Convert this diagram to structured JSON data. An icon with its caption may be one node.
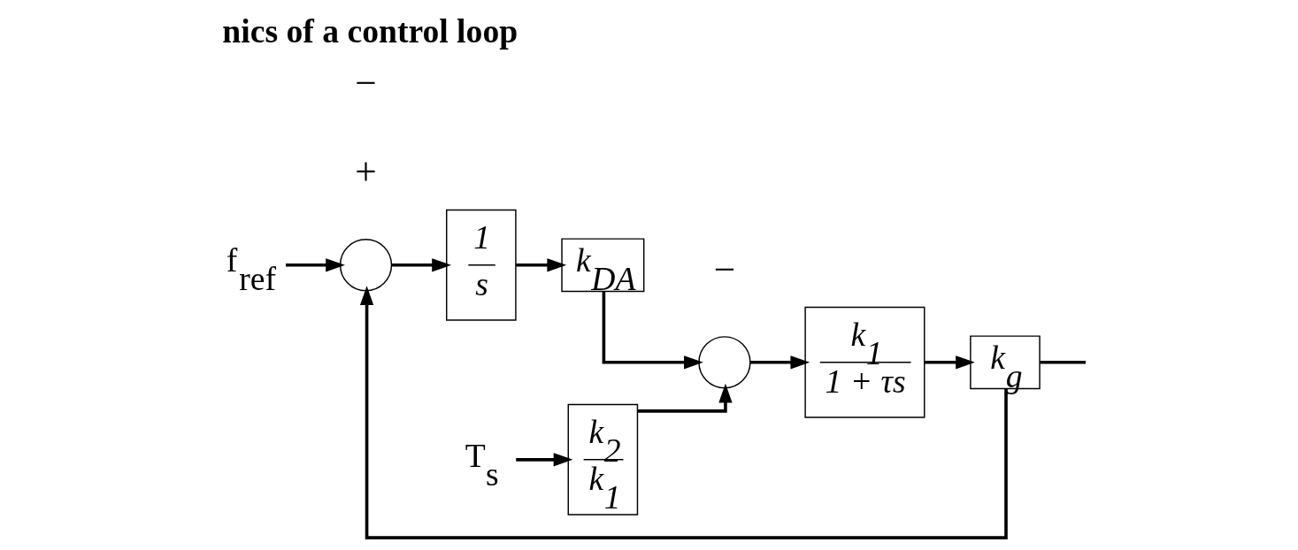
{
  "diagram": {
    "title": "nics of a control loop",
    "nodes": [
      {
        "text": [
          "f$_{ref}$"
        ]
      },
      {
        "text": [],
        "shape": "circle"
      },
      {
        "text": [
          "1",
          "s"
        ]
      },
      {
        "text": [
          "k$_{DA}$"
        ]
      },
      {
        "text": [
          "T$_{s}$"
        ]
      },
      {
        "text": [
          "k$_{2}$",
          "k$_{1}$"
        ]
      },
      {
        "text": [],
        "shape": "circle"
      },
      {
        "text": [
          "k$_{1}$",
          "1 + τs"
        ]
      },
      {
        "text": [
          "k$_{g}$"
        ]
      }
    ],
    "edges": [
      {
        "from": 0,
        "to": 1,
        "arrow": "to"
      },
      {
        "from": 1,
        "to": 2,
        "arrow": "to"
      },
      {
        "from": 2,
        "to": 3,
        "arrow": "to"
      },
      {
        "from": 3,
        "to": 6,
        "arrow": "to"
      },
      {
        "from": 4,
        "to": 5,
        "arrow": "to"
      },
      {
        "from": 5,
        "to": 6,
        "arrow": "to"
      },
      {
        "from": 6,
        "to": 7,
        "arrow": "to"
      },
      {
        "from": 7,
        "to": 8,
        "arrow": "to"
      },
      {
        "from": 8,
        "to": null,
        "arrow": "none"
      },
      {
        "from": 8,
        "to": 1,
        "arrow": "to"
      }
    ],
    "labels": [
      "+",
      "−",
      "−"
    ]
  }
}
